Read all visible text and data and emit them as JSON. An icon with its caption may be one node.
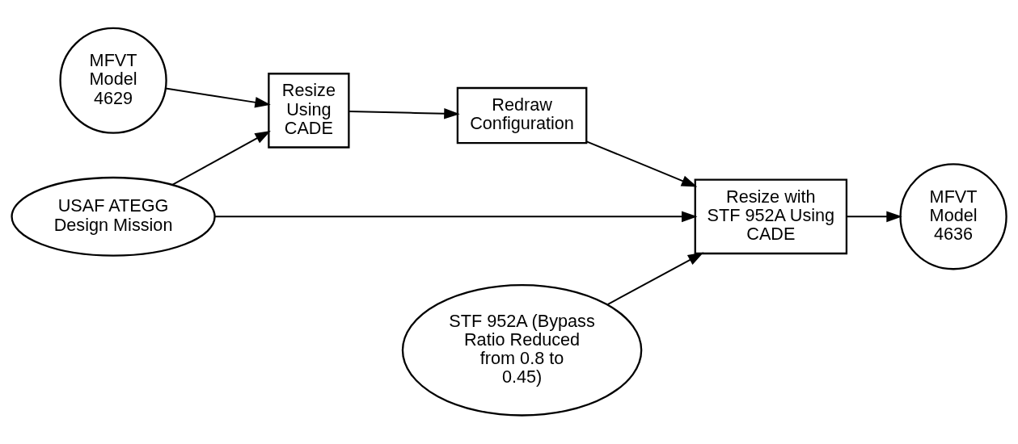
{
  "diagram": {
    "nodes": [
      {
        "text": [
          "USAF ATEGG Design Mission"
        ]
      },
      {
        "text": [
          "MFVT Model 4629"
        ]
      },
      {
        "text": [
          "Resize Using CADE"
        ]
      },
      {
        "text": [
          "Redraw Configuration"
        ]
      },
      {
        "text": [
          "Resize with STF 952A Using CADE"
        ]
      },
      {
        "text": [
          "MFVT Model 4636"
        ]
      },
      {
        "text": [
          "STF 952A (Bypass Ratio Reduced from 0.8 to 0.45)"
        ]
      }
    ],
    "edges": [
      {
        "from": 0,
        "to": 2,
        "arrow": "to"
      },
      {
        "from": 0,
        "to": 4,
        "arrow": "to"
      },
      {
        "from": 1,
        "to": 2,
        "arrow": "to"
      },
      {
        "from": 2,
        "to": 3,
        "arrow": "to"
      },
      {
        "from": 3,
        "to": 4,
        "arrow": "to"
      },
      {
        "from": 4,
        "to": 5,
        "arrow": "to"
      },
      {
        "from": 6,
        "to": 4,
        "arrow": "to"
      }
    ]
  }
}
